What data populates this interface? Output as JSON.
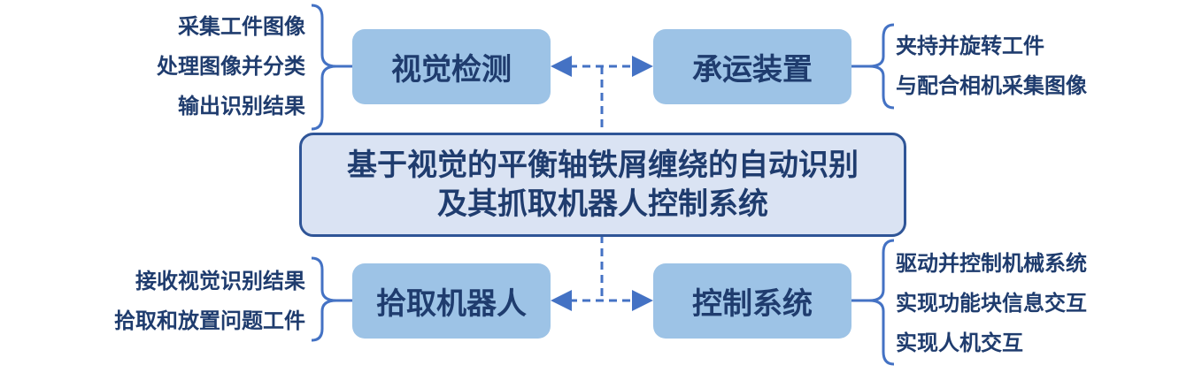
{
  "title": [
    "基于视觉的平衡轴铁屑缠绕的自动识别",
    "及其抓取机器人控制系统"
  ],
  "modules": {
    "vision": "视觉检测",
    "carrier": "承运装置",
    "robot": "拾取机器人",
    "control": "控制系统"
  },
  "notes": {
    "vision": [
      "采集工件图像",
      "处理图像并分类",
      "输出识别结果"
    ],
    "carrier": [
      "夹持并旋转工件",
      "与配合相机采集图像"
    ],
    "robot": [
      "接收视觉识别结果",
      "拾取和放置问题工件"
    ],
    "control": [
      "驱动并控制机械系统",
      "实现功能块信息交互",
      "实现人机交互"
    ]
  },
  "colors": {
    "box": "#9dc3e6",
    "center_fill": "#dae3f3",
    "center_border": "#2f5597",
    "line": "#4472c4",
    "text": "#1f3c6e"
  }
}
